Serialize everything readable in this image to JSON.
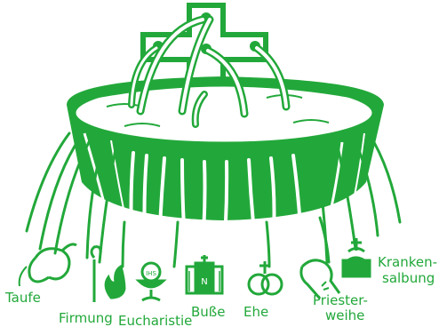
{
  "colors": {
    "green": "#22a83a",
    "white": "#ffffff"
  },
  "sacraments": [
    {
      "label": "Taufe",
      "icon": "jug-pouring-water-icon"
    },
    {
      "label": "Firmung",
      "icon": "bishop-staff-and-flame-icon"
    },
    {
      "label": "Eucharistie",
      "icon": "chalice-and-host-icon"
    },
    {
      "label": "Buße",
      "icon": "confessional-icon"
    },
    {
      "label": "Ehe",
      "icon": "wedding-rings-icon"
    },
    {
      "label": "Priester-",
      "label2": "weihe",
      "icon": "stole-icon"
    },
    {
      "label": "Kranken-",
      "label2": "salbung",
      "icon": "oil-vessel-icon"
    }
  ]
}
